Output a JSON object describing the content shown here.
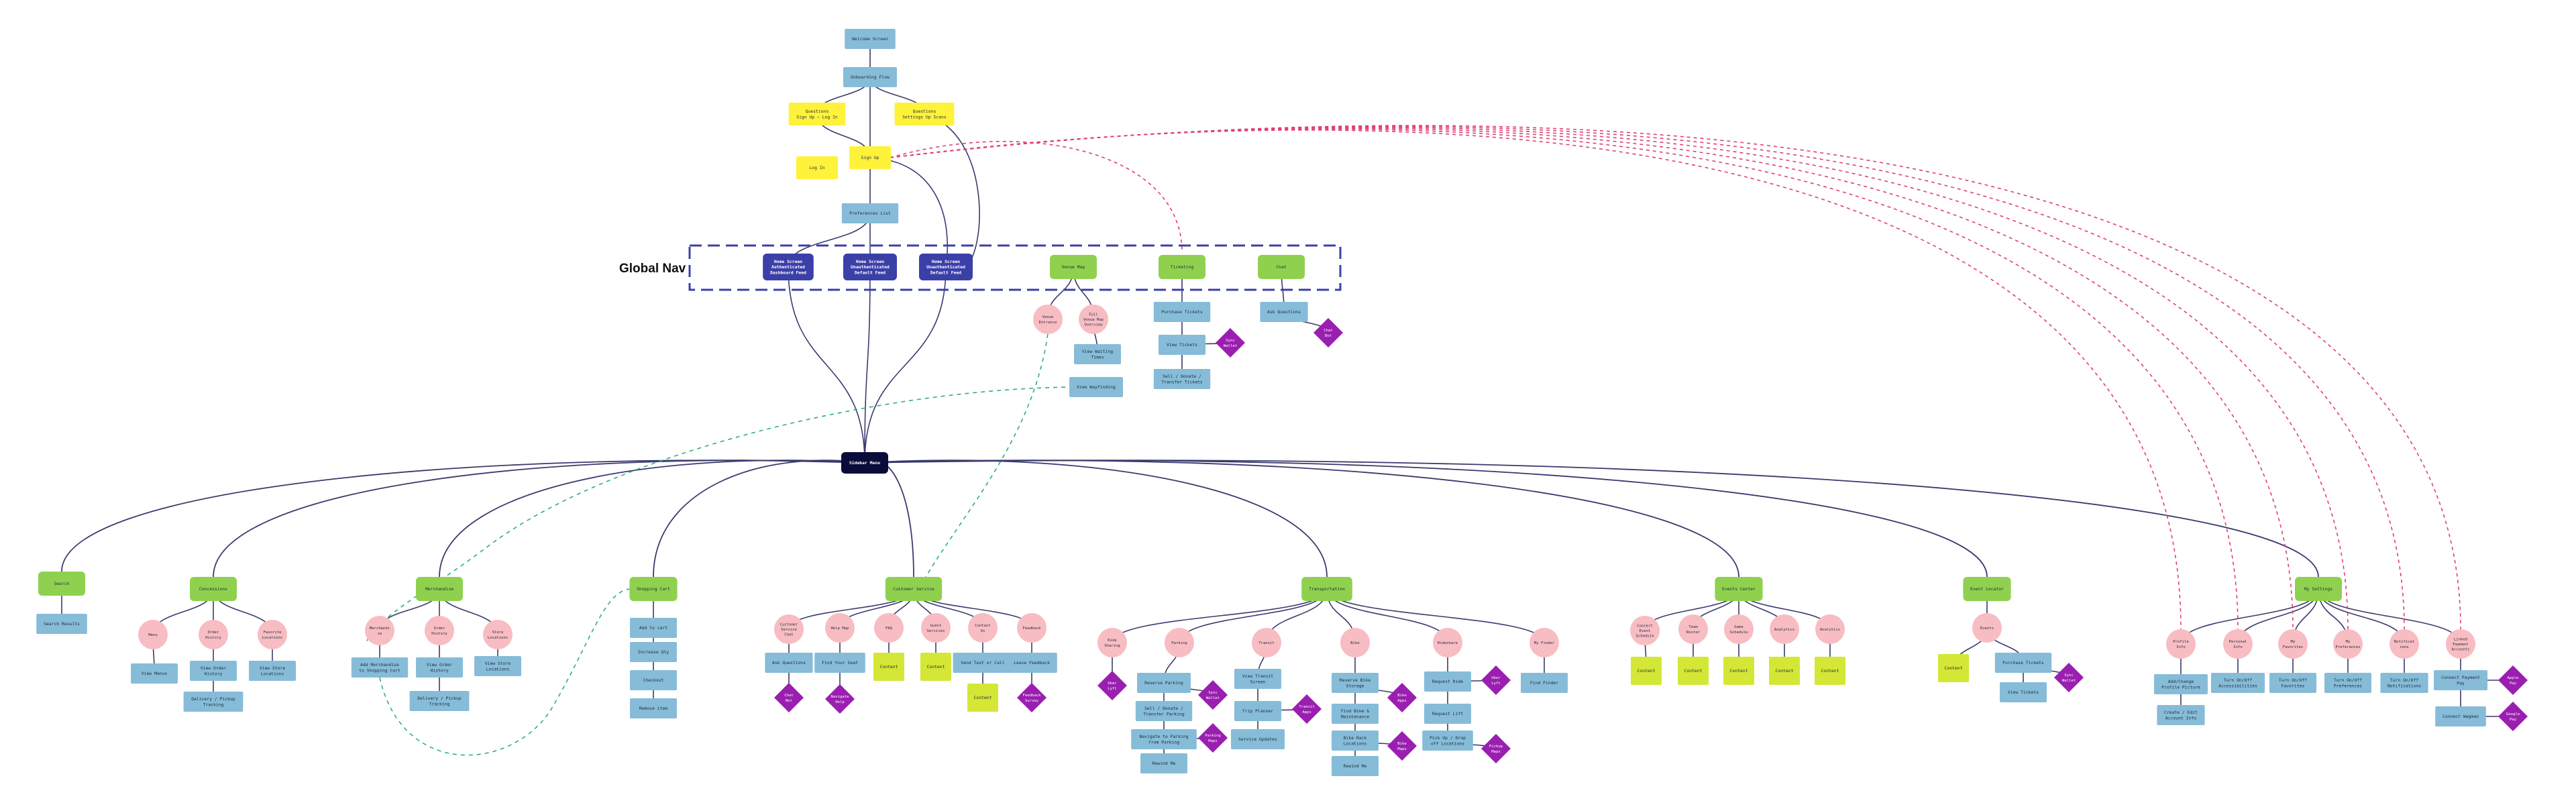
{
  "diagram": {
    "global_nav_label": "Global Nav",
    "colors": {
      "blue": "#86bcd8",
      "yellow": "#fff23a",
      "green": "#8fd14f",
      "pink": "#f8bcc3",
      "purple": "#9a1fb0",
      "lime": "#d4e736",
      "navy": "#3b3fa8",
      "dark": "#0b0b3b",
      "edge": "#3a3a6e",
      "pink_edge": "#e0406e",
      "green_edge": "#2fae78",
      "nav_box": "#3b3fa8"
    },
    "nodes": [
      {
        "id": "welcome",
        "type": "blue",
        "lines": [
          "Welcome Screen"
        ]
      },
      {
        "id": "onboard",
        "type": "blue",
        "lines": [
          "Onboarding Flow"
        ]
      },
      {
        "id": "qo1",
        "type": "yellow",
        "lines": [
          "Questions",
          "Sign Up ~ Log In"
        ]
      },
      {
        "id": "qo2",
        "type": "yellow",
        "lines": [
          "Questions",
          "Settings Up Scans"
        ]
      },
      {
        "id": "login",
        "type": "yellow",
        "lines": [
          "Log In"
        ]
      },
      {
        "id": "signup",
        "type": "yellow",
        "lines": [
          "Sign Up"
        ]
      },
      {
        "id": "prefs",
        "type": "blue",
        "lines": [
          "Preferences List"
        ]
      },
      {
        "id": "home1",
        "type": "navy",
        "lines": [
          "Home Screen",
          "Authenticated",
          "Dashboard Feed"
        ]
      },
      {
        "id": "home2",
        "type": "navy",
        "lines": [
          "Home Screen",
          "Unauthenticated",
          "Default Feed"
        ]
      },
      {
        "id": "home3",
        "type": "navy",
        "lines": [
          "Home Screen",
          "Unauthenticated",
          "Default Feed"
        ]
      },
      {
        "id": "venuemap",
        "type": "green",
        "lines": [
          "Venue Map"
        ]
      },
      {
        "id": "ticketing",
        "type": "green",
        "lines": [
          "Ticketing"
        ]
      },
      {
        "id": "chat",
        "type": "green",
        "lines": [
          "Chat"
        ]
      },
      {
        "id": "ent",
        "type": "pink",
        "lines": [
          "Venue",
          "Entrance"
        ]
      },
      {
        "id": "full",
        "type": "pink",
        "lines": [
          "Full",
          "Venue Map",
          "Overview"
        ]
      },
      {
        "id": "waittimes",
        "type": "blue",
        "lines": [
          "View Waiting",
          "Times"
        ]
      },
      {
        "id": "wayfind",
        "type": "blue",
        "lines": [
          "View Wayfinding"
        ]
      },
      {
        "id": "purchase",
        "type": "blue",
        "lines": [
          "Purchase Tickets"
        ]
      },
      {
        "id": "viewtickets",
        "type": "blue",
        "lines": [
          "View Tickets"
        ]
      },
      {
        "id": "sell",
        "type": "blue",
        "lines": [
          "Sell / Donate /",
          "Transfer Tickets"
        ]
      },
      {
        "id": "sync",
        "type": "purple",
        "lines": [
          "Sync",
          "Wallet"
        ]
      },
      {
        "id": "askq",
        "type": "blue",
        "lines": [
          "Ask Questions"
        ]
      },
      {
        "id": "chatbot",
        "type": "purple",
        "lines": [
          "Chat",
          "Bot"
        ]
      },
      {
        "id": "hub",
        "type": "dark",
        "lines": [
          "Sidebar Menu"
        ]
      },
      {
        "id": "search",
        "type": "green",
        "lines": [
          "Search"
        ]
      },
      {
        "id": "searchresults",
        "type": "blue",
        "lines": [
          "Search Results"
        ]
      },
      {
        "id": "concessions",
        "type": "green",
        "lines": [
          "Concessions"
        ]
      },
      {
        "id": "menu",
        "type": "pink",
        "lines": [
          "Menu"
        ]
      },
      {
        "id": "order",
        "type": "pink",
        "lines": [
          "Order",
          "History"
        ]
      },
      {
        "id": "favloc",
        "type": "pink",
        "lines": [
          "Favorite",
          "Locations"
        ]
      },
      {
        "id": "viewmenu",
        "type": "blue",
        "lines": [
          "View Menus"
        ]
      },
      {
        "id": "vieworder",
        "type": "blue",
        "lines": [
          "View Order",
          "History"
        ]
      },
      {
        "id": "delivery",
        "type": "blue",
        "lines": [
          "Delivery / Pickup",
          "Tracking"
        ]
      },
      {
        "id": "viewstore",
        "type": "blue",
        "lines": [
          "View Store",
          "Locations"
        ]
      },
      {
        "id": "merch",
        "type": "green",
        "lines": [
          "Merchandise"
        ]
      },
      {
        "id": "merchbtn",
        "type": "pink",
        "lines": [
          "Merchandi",
          "se"
        ]
      },
      {
        "id": "morder",
        "type": "pink",
        "lines": [
          "Order",
          "History"
        ]
      },
      {
        "id": "mstore",
        "type": "pink",
        "lines": [
          "Store",
          "Locations"
        ]
      },
      {
        "id": "addmerch",
        "type": "blue",
        "lines": [
          "Add Merchandise",
          "to Shopping Cart"
        ]
      },
      {
        "id": "mvieworder",
        "type": "blue",
        "lines": [
          "View Order",
          "History"
        ]
      },
      {
        "id": "mdelivery",
        "type": "blue",
        "lines": [
          "Delivery / Pickup",
          "Tracking"
        ]
      },
      {
        "id": "mviewstore",
        "type": "blue",
        "lines": [
          "View Store",
          "Locations"
        ]
      },
      {
        "id": "cart",
        "type": "green",
        "lines": [
          "Shopping Cart"
        ]
      },
      {
        "id": "addcart",
        "type": "blue",
        "lines": [
          "Add to cart"
        ]
      },
      {
        "id": "increase",
        "type": "blue",
        "lines": [
          "Increase Qty"
        ]
      },
      {
        "id": "checkout",
        "type": "blue",
        "lines": [
          "Checkout"
        ]
      },
      {
        "id": "removeitem",
        "type": "blue",
        "lines": [
          "Remove item"
        ]
      },
      {
        "id": "support",
        "type": "green",
        "lines": [
          "Customer Service"
        ]
      },
      {
        "id": "cs1",
        "type": "pink",
        "lines": [
          "Customer",
          "Service",
          "Chat"
        ]
      },
      {
        "id": "cs2",
        "type": "pink",
        "lines": [
          "Help Map"
        ]
      },
      {
        "id": "cs3",
        "type": "pink",
        "lines": [
          "FAQ"
        ]
      },
      {
        "id": "cs4",
        "type": "pink",
        "lines": [
          "Guest",
          "Services"
        ]
      },
      {
        "id": "cs5",
        "type": "pink",
        "lines": [
          "Contact",
          "Us"
        ]
      },
      {
        "id": "cs6",
        "type": "pink",
        "lines": [
          "Feedback"
        ]
      },
      {
        "id": "csask",
        "type": "blue",
        "lines": [
          "Ask Questions"
        ]
      },
      {
        "id": "csbot",
        "type": "purple",
        "lines": [
          "Chat",
          "Bot"
        ]
      },
      {
        "id": "findus",
        "type": "blue",
        "lines": [
          "Find Your Seat"
        ]
      },
      {
        "id": "cshelp",
        "type": "purple",
        "lines": [
          "Navigate",
          "Help"
        ]
      },
      {
        "id": "csc1",
        "type": "lime",
        "lines": [
          "Content"
        ]
      },
      {
        "id": "csc2",
        "type": "lime",
        "lines": [
          "Content"
        ]
      },
      {
        "id": "sendtext",
        "type": "blue",
        "lines": [
          "Send Text or Call"
        ]
      },
      {
        "id": "csc3",
        "type": "lime",
        "lines": [
          "Content"
        ]
      },
      {
        "id": "leavefb",
        "type": "blue",
        "lines": [
          "Leave Feedback"
        ]
      },
      {
        "id": "fbsurvey",
        "type": "purple",
        "lines": [
          "Feedback",
          "Survey"
        ]
      },
      {
        "id": "trans",
        "type": "green",
        "lines": [
          "Transportation"
        ]
      },
      {
        "id": "ride",
        "type": "pink",
        "lines": [
          "Ride",
          "Sharing"
        ]
      },
      {
        "id": "parking",
        "type": "pink",
        "lines": [
          "Parking"
        ]
      },
      {
        "id": "transit",
        "type": "pink",
        "lines": [
          "Transit"
        ]
      },
      {
        "id": "bike",
        "type": "pink",
        "lines": [
          "Bike"
        ]
      },
      {
        "id": "rideshare",
        "type": "pink",
        "lines": [
          "Rideshare"
        ]
      },
      {
        "id": "myfinder",
        "type": "pink",
        "lines": [
          "My Finder"
        ]
      },
      {
        "id": "ridesync",
        "type": "purple",
        "lines": [
          "Uber",
          "Lyft"
        ]
      },
      {
        "id": "reserve",
        "type": "blue",
        "lines": [
          "Reserve Parking"
        ]
      },
      {
        "id": "sellpark",
        "type": "blue",
        "lines": [
          "Sell / Donate /",
          "Transfer Parking"
        ]
      },
      {
        "id": "parksync",
        "type": "purple",
        "lines": [
          "Sync",
          "Wallet"
        ]
      },
      {
        "id": "navpark",
        "type": "blue",
        "lines": [
          "Navigate to Parking",
          "from Parking"
        ]
      },
      {
        "id": "parkhelp",
        "type": "purple",
        "lines": [
          "Parking",
          "Maps"
        ]
      },
      {
        "id": "parkme",
        "type": "blue",
        "lines": [
          "Rewind Me"
        ]
      },
      {
        "id": "viewtransit",
        "type": "blue",
        "lines": [
          "View Transit",
          "Screen"
        ]
      },
      {
        "id": "trip",
        "type": "blue",
        "lines": [
          "Trip Planner"
        ]
      },
      {
        "id": "tsync",
        "type": "purple",
        "lines": [
          "Transit",
          "Apps"
        ]
      },
      {
        "id": "service",
        "type": "blue",
        "lines": [
          "Service Updates"
        ]
      },
      {
        "id": "bikeparking",
        "type": "blue",
        "lines": [
          "Reserve Bike",
          "Storage"
        ]
      },
      {
        "id": "bsync",
        "type": "purple",
        "lines": [
          "Bike",
          "Apps"
        ]
      },
      {
        "id": "findbike",
        "type": "blue",
        "lines": [
          "Find Bike &",
          "Maintenance"
        ]
      },
      {
        "id": "bikestore",
        "type": "blue",
        "lines": [
          "Bike Rack",
          "Locations"
        ]
      },
      {
        "id": "bikemaps",
        "type": "purple",
        "lines": [
          "Bike",
          "Maps"
        ]
      },
      {
        "id": "rewind",
        "type": "blue",
        "lines": [
          "Rewind Me"
        ]
      },
      {
        "id": "reqride",
        "type": "blue",
        "lines": [
          "Request Ride"
        ]
      },
      {
        "id": "rsync",
        "type": "purple",
        "lines": [
          "Uber",
          "Lyft"
        ]
      },
      {
        "id": "reqlift",
        "type": "blue",
        "lines": [
          "Request Lift"
        ]
      },
      {
        "id": "pickup",
        "type": "blue",
        "lines": [
          "Pick Up / Drop",
          "off Locations"
        ]
      },
      {
        "id": "rmaps",
        "type": "purple",
        "lines": [
          "Pickup",
          "Maps"
        ]
      },
      {
        "id": "findfinder",
        "type": "blue",
        "lines": [
          "Find Finder"
        ]
      },
      {
        "id": "events",
        "type": "green",
        "lines": [
          "Events Center"
        ]
      },
      {
        "id": "ev1",
        "type": "pink",
        "lines": [
          "Concert",
          "Event",
          "Schedule"
        ]
      },
      {
        "id": "ev2",
        "type": "pink",
        "lines": [
          "Team",
          "Roster"
        ]
      },
      {
        "id": "ev3",
        "type": "pink",
        "lines": [
          "Game",
          "Schedule"
        ]
      },
      {
        "id": "ev4",
        "type": "pink",
        "lines": [
          "Analytics"
        ]
      },
      {
        "id": "ev5",
        "type": "pink",
        "lines": [
          "Analytics"
        ]
      },
      {
        "id": "evc1",
        "type": "lime",
        "lines": [
          "Content"
        ]
      },
      {
        "id": "evc2",
        "type": "lime",
        "lines": [
          "Content"
        ]
      },
      {
        "id": "evc3",
        "type": "lime",
        "lines": [
          "Content"
        ]
      },
      {
        "id": "evc4",
        "type": "lime",
        "lines": [
          "Content"
        ]
      },
      {
        "id": "evc5",
        "type": "lime",
        "lines": [
          "Content"
        ]
      },
      {
        "id": "ticketlocator",
        "type": "green",
        "lines": [
          "Event Locator"
        ]
      },
      {
        "id": "events2",
        "type": "pink",
        "lines": [
          "Events"
        ]
      },
      {
        "id": "tlc",
        "type": "lime",
        "lines": [
          "Content"
        ]
      },
      {
        "id": "tlpurch",
        "type": "blue",
        "lines": [
          "Purchase Tickets"
        ]
      },
      {
        "id": "tlview",
        "type": "blue",
        "lines": [
          "View Tickets"
        ]
      },
      {
        "id": "tlsync",
        "type": "purple",
        "lines": [
          "Sync",
          "Wallet"
        ]
      },
      {
        "id": "settings",
        "type": "green",
        "lines": [
          "My Settings"
        ]
      },
      {
        "id": "st1",
        "type": "pink",
        "lines": [
          "Profile",
          "Info"
        ]
      },
      {
        "id": "st2",
        "type": "pink",
        "lines": [
          "Personal",
          "Info"
        ]
      },
      {
        "id": "st3",
        "type": "pink",
        "lines": [
          "My",
          "Favorites"
        ]
      },
      {
        "id": "st4",
        "type": "pink",
        "lines": [
          "My",
          "Preferences"
        ]
      },
      {
        "id": "st5",
        "type": "pink",
        "lines": [
          "Notificat",
          "ions"
        ]
      },
      {
        "id": "st6",
        "type": "pink",
        "lines": [
          "Linked",
          "Payment",
          "Accounts"
        ]
      },
      {
        "id": "stb1",
        "type": "blue",
        "lines": [
          "Add/Change",
          "Profile Picture"
        ]
      },
      {
        "id": "stb1b",
        "type": "blue",
        "lines": [
          "Create / Edit",
          "Account Info"
        ]
      },
      {
        "id": "stb2",
        "type": "blue",
        "lines": [
          "Turn On/Off",
          "Accessibilities"
        ]
      },
      {
        "id": "stb3",
        "type": "blue",
        "lines": [
          "Turn On/Off",
          "Favorites"
        ]
      },
      {
        "id": "stb4",
        "type": "blue",
        "lines": [
          "Turn On/Off",
          "Preferences"
        ]
      },
      {
        "id": "stb5",
        "type": "blue",
        "lines": [
          "Turn On/Off",
          "Notifications"
        ]
      },
      {
        "id": "stb6",
        "type": "blue",
        "lines": [
          "Connect Payment",
          "Pay"
        ]
      },
      {
        "id": "stb6b",
        "type": "blue",
        "lines": [
          "Connect Wagman"
        ]
      },
      {
        "id": "stp1",
        "type": "purple",
        "lines": [
          "Apple",
          "Pay"
        ]
      },
      {
        "id": "stp2",
        "type": "purple",
        "lines": [
          "Google",
          "Pay"
        ]
      }
    ]
  }
}
